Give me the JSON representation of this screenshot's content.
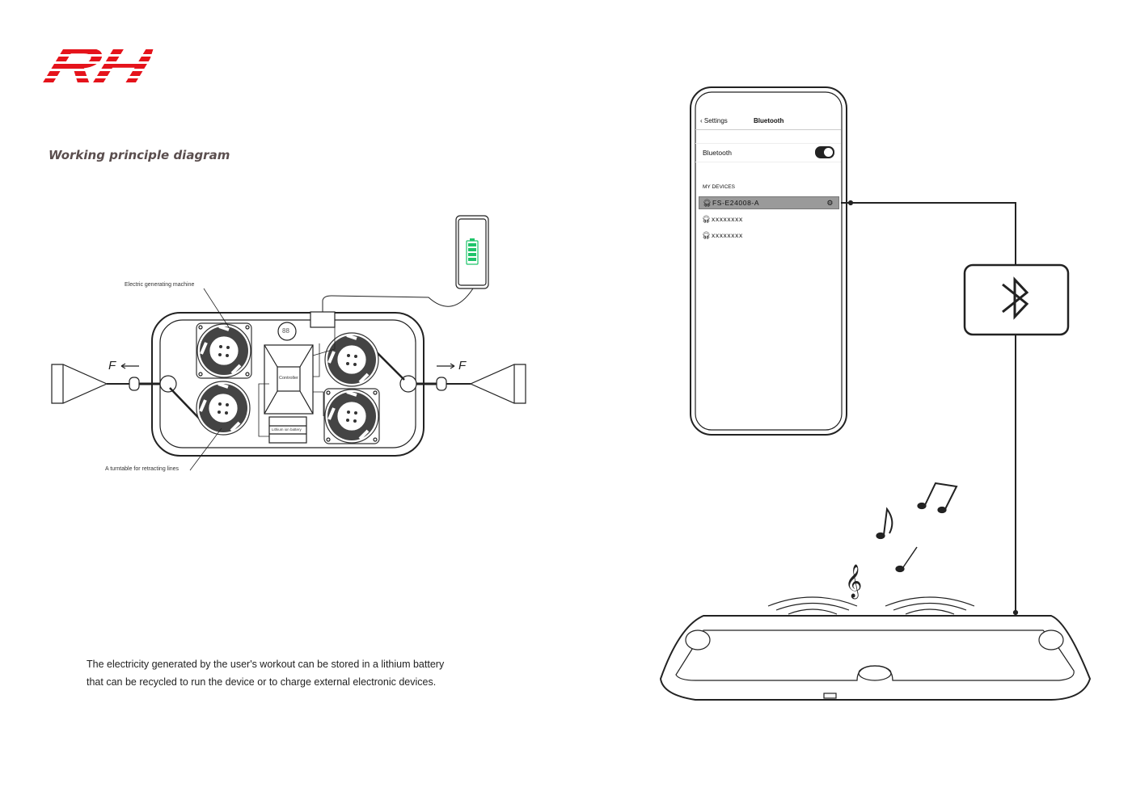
{
  "logo": {
    "text": "RH",
    "color": "#e5131b"
  },
  "title": "Working principle diagram",
  "diagram": {
    "labels": {
      "generator": "Electric generating machine",
      "turntable": "A turntable for retracting lines",
      "controller": "Controller",
      "battery": "Lithium ion battery",
      "display": "88",
      "force_left": "F",
      "force_right": "F"
    },
    "phone_battery_color": "#1fc46a"
  },
  "caption": {
    "line1": "The electricity generated by the user's workout can be stored in a lithium battery",
    "line2": "that can be recycled to run the device or to charge external electronic devices."
  },
  "phone": {
    "back_label": "Settings",
    "nav_title": "Bluetooth",
    "bluetooth_label": "Bluetooth",
    "bluetooth_on": true,
    "section_header": "MY DEVICES",
    "devices": [
      {
        "name": "FS-E24008-A",
        "selected": true,
        "icon": "headphones-icon"
      },
      {
        "name": "xxxxxxxx",
        "selected": false,
        "icon": "headphones-icon"
      },
      {
        "name": "xxxxxxxx",
        "selected": false,
        "icon": "headphones-icon"
      }
    ]
  },
  "icons": [
    "bluetooth-icon",
    "music-note-icon",
    "treble-clef-icon",
    "headphones-icon",
    "gear-icon",
    "battery-icon"
  ]
}
